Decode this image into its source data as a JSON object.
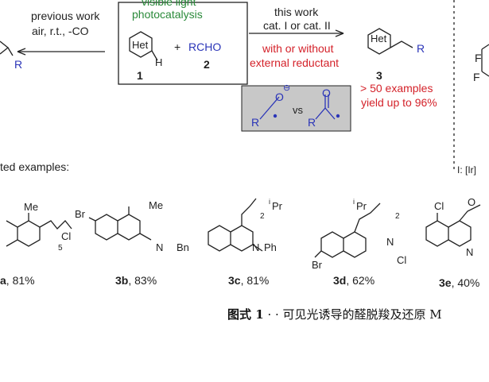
{
  "top": {
    "prev_line1": "previous work",
    "prev_line2": "air, r.t., -CO",
    "photo_line1": "visible light",
    "photo_line2": "photocatalysis",
    "het": "Het",
    "h_atom": "H",
    "plus": "+",
    "rcho": "RCHO",
    "num1": "1",
    "num2": "2",
    "r_left": "R",
    "this_work": "this work",
    "cat": "cat. I or cat. II",
    "with_line1": "with or without",
    "with_line2": "external reductant",
    "prod_het": "Het",
    "prod_r": "R",
    "num3": "3",
    "examples": "> 50 examples",
    "yield": "yield up to 96%",
    "f1": "F",
    "f2": "F",
    "legend_cat": "I: [Ir]",
    "colors": {
      "blue": "#2b35b8",
      "red": "#d4222a",
      "grey_box": "#c8c8c8"
    }
  },
  "inset": {
    "o_minus": "O",
    "charge": "⊖",
    "r1": "R",
    "vs": "vs",
    "o2": "O",
    "r2": "R"
  },
  "examples_label": "ted examples:",
  "compounds": [
    {
      "id": "a",
      "label": "a",
      "yield": ", 81%",
      "me": "Me",
      "cl": "Cl",
      "sub": "5"
    },
    {
      "id": "3b",
      "label": "3b",
      "yield": ", 83%",
      "me": "Me",
      "br": "Br",
      "bn": "Bn",
      "n": "N"
    },
    {
      "id": "3c",
      "label": "3c",
      "yield": ", 81%",
      "ipr": "Pr",
      "i": "i",
      "sub": "2",
      "n": "N",
      "ph": "Ph"
    },
    {
      "id": "3d",
      "label": "3d",
      "yield": ", 62%",
      "ipr": "Pr",
      "i": "i",
      "sub": "2",
      "n": "N",
      "br": "Br"
    },
    {
      "id": "3e",
      "label": "3e",
      "yield": ", 40%",
      "cl1": "Cl",
      "cl2": "Cl",
      "o": "O",
      "n": "N"
    }
  ],
  "caption": {
    "bold": "图式 1",
    "rest": " · · 可见光诱导的醛脱羧及还原 M"
  }
}
